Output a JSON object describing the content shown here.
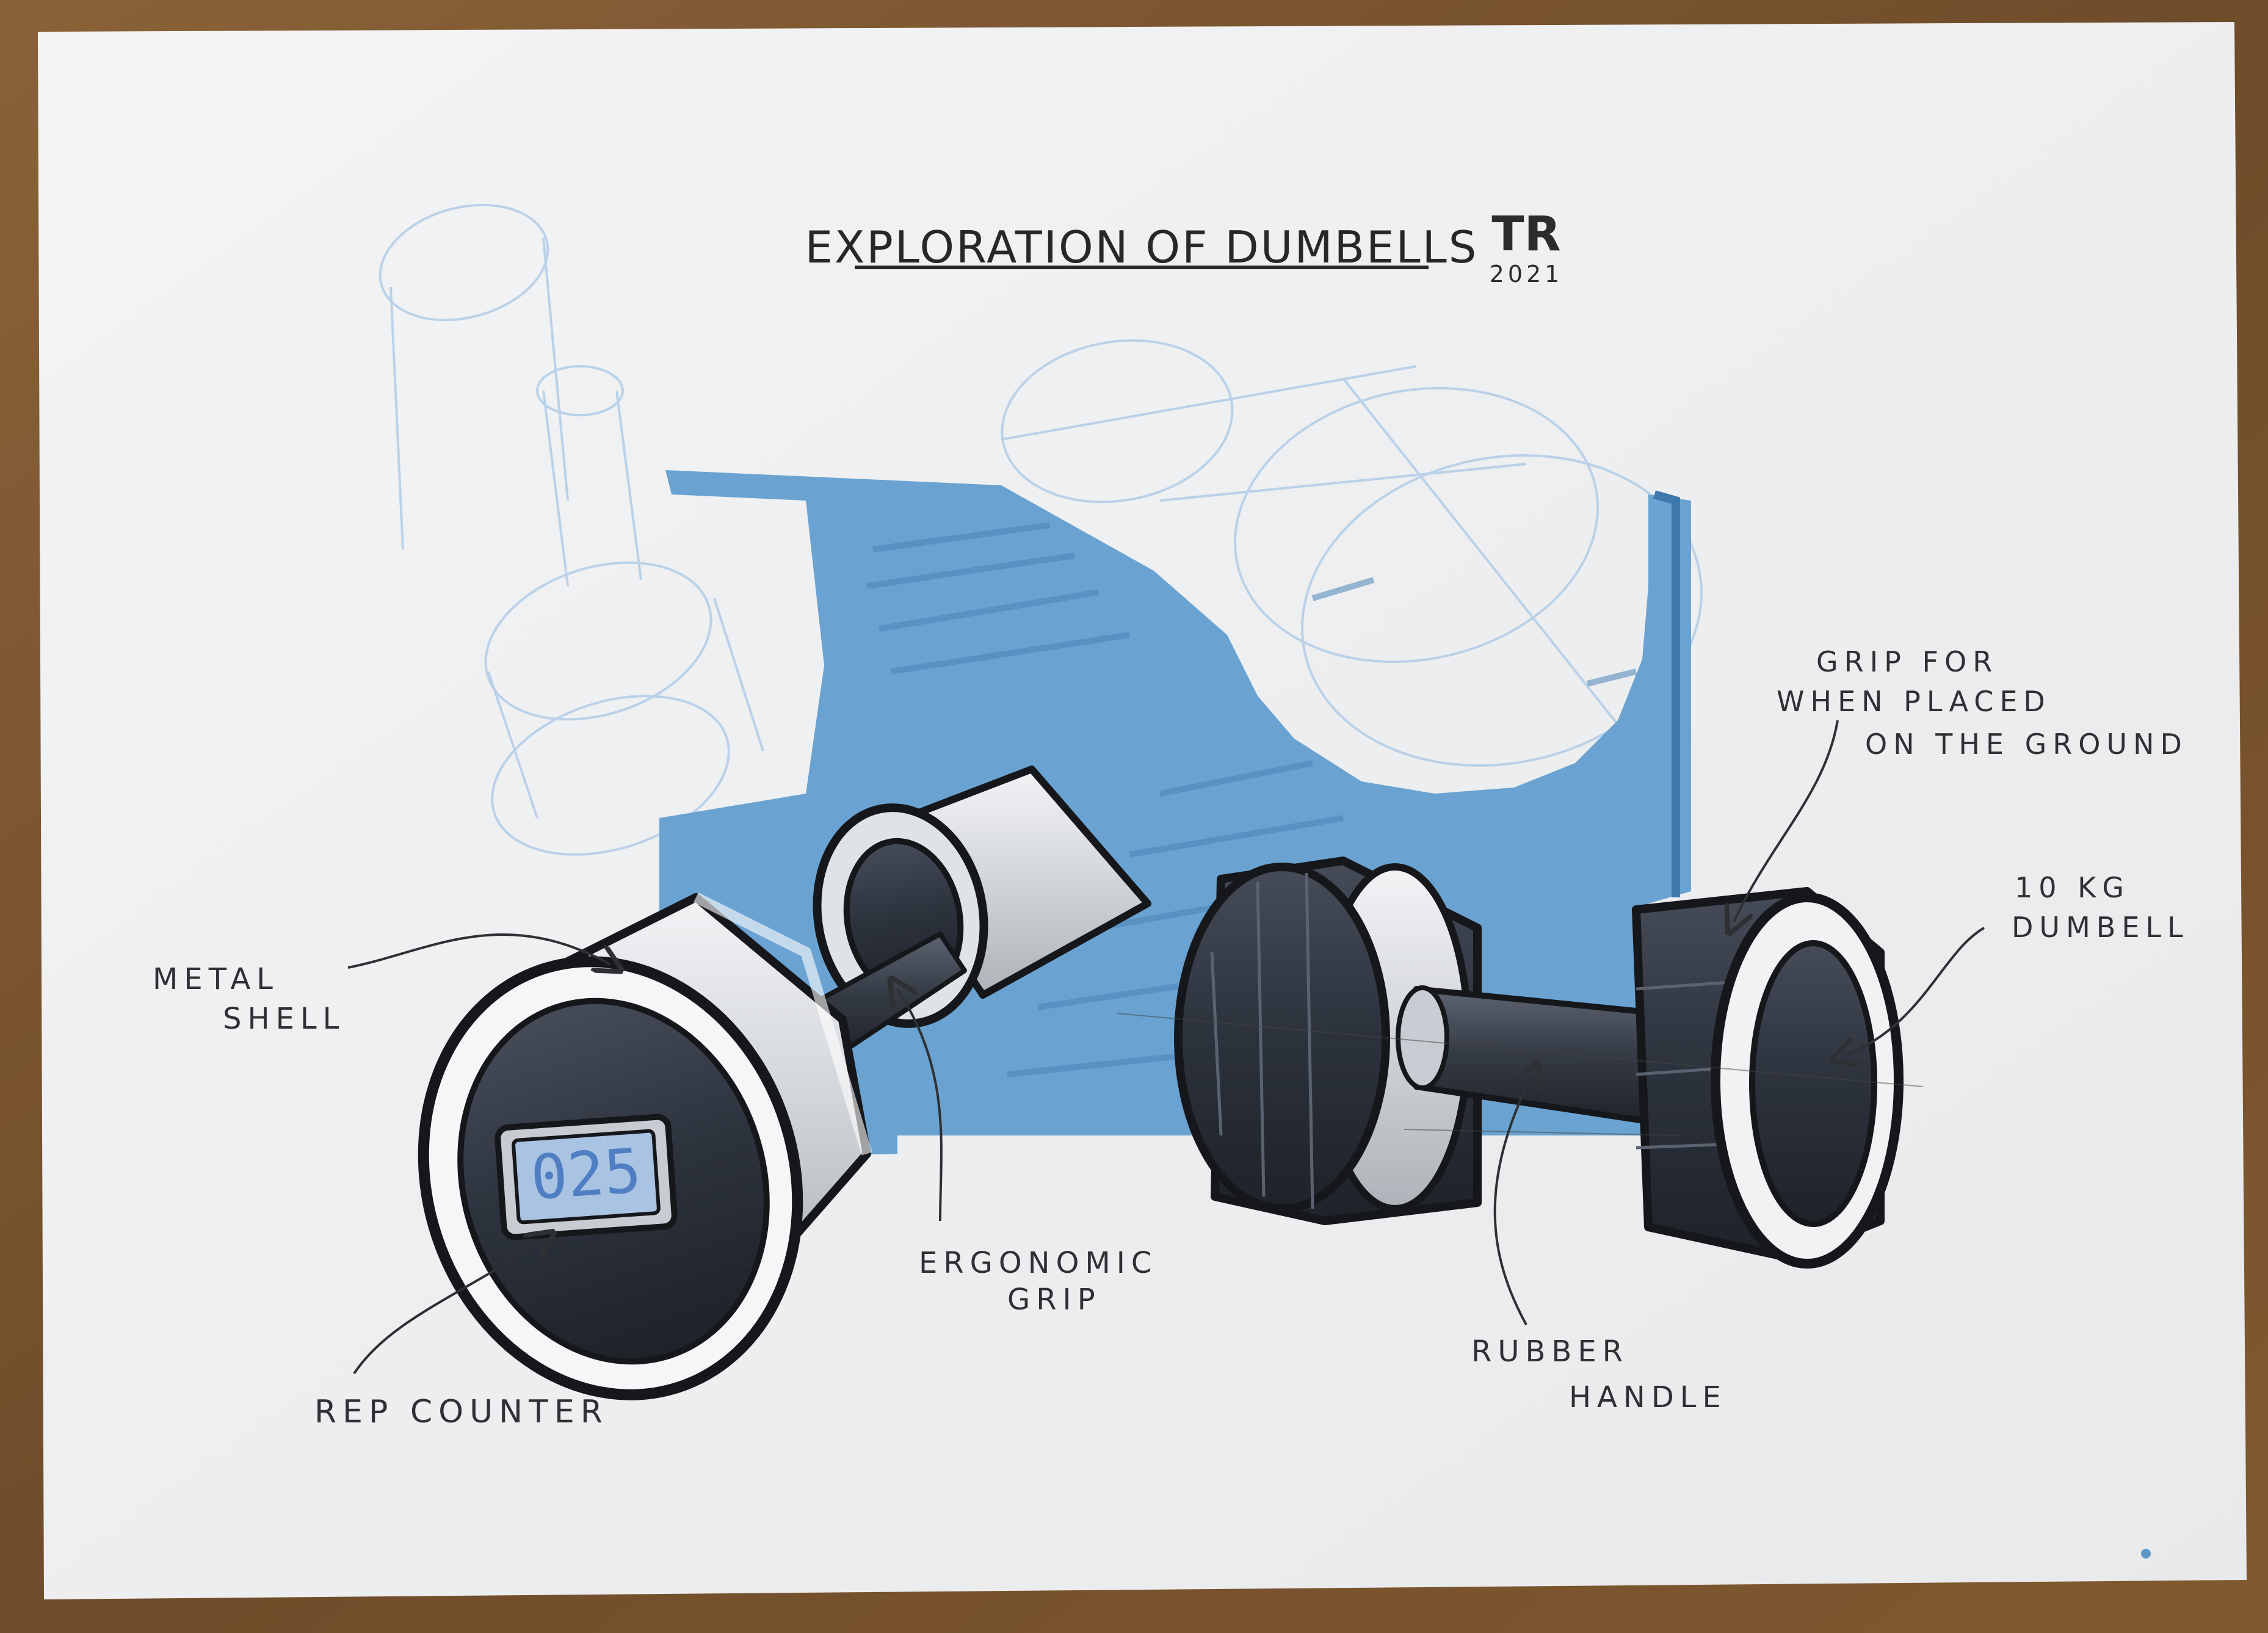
{
  "sheet": {
    "title": "EXPLORATION OF DUMBELLS",
    "initials": "TR",
    "year": "2021"
  },
  "counter_display": "025",
  "annotations": {
    "metal_shell": [
      "METAL",
      "SHELL"
    ],
    "ergonomic_grip": [
      "ERGONOMIC",
      "GRIP"
    ],
    "rep_counter": "REP COUNTER",
    "rubber_handle": [
      "RUBBER",
      "HANDLE"
    ],
    "ground_grip": [
      "GRIP  FOR",
      "WHEN PLACED",
      "ON THE GROUND"
    ],
    "weight": [
      "10 KG",
      "DUMBELL"
    ]
  },
  "colors": {
    "table": "#7a5630",
    "paper": "#eff0f1",
    "marker_blue": "#5e98c8",
    "ink": "#1d1f23",
    "rubber": "#2f3541",
    "metal": "#d3d6da",
    "lcd": "#a9c3e2",
    "lcd_digits": "#4f7fc2"
  }
}
